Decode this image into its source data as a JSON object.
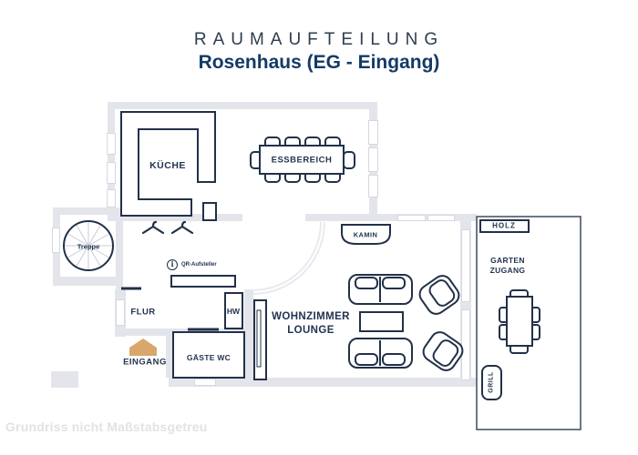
{
  "header": {
    "title": "RAUMAUFTEILUNG",
    "subtitle": "Rosenhaus (EG - Eingang)"
  },
  "plan": {
    "rooms": {
      "kueche": "KÜCHE",
      "essbereich": "ESSBEREICH",
      "treppe": "Treppe",
      "flur": "FLUR",
      "hw": "HW",
      "gaeste_wc": "GÄSTE WC",
      "eingang": "EINGANG",
      "wohnzimmer_line1": "WOHNZIMMER",
      "wohnzimmer_line2": "LOUNGE",
      "kamin": "KAMIN",
      "garten_line1": "GARTEN",
      "garten_line2": "ZUGANG",
      "holz": "HOLZ",
      "grill": "GRILL",
      "qr_aufsteller": "QR-Aufsteller"
    },
    "icons": {
      "info_glyph": "i"
    }
  },
  "footer": {
    "disclaimer": "Grundriss nicht Maßstabsgetreu"
  },
  "colors": {
    "outline": "#223148",
    "wall": "#e3e5eb",
    "label": "#223450",
    "title": "#2e3d4e",
    "subtitle": "#143a66",
    "entrance_arrow": "#d9a76c",
    "footer_text": "#e2e2e5"
  }
}
